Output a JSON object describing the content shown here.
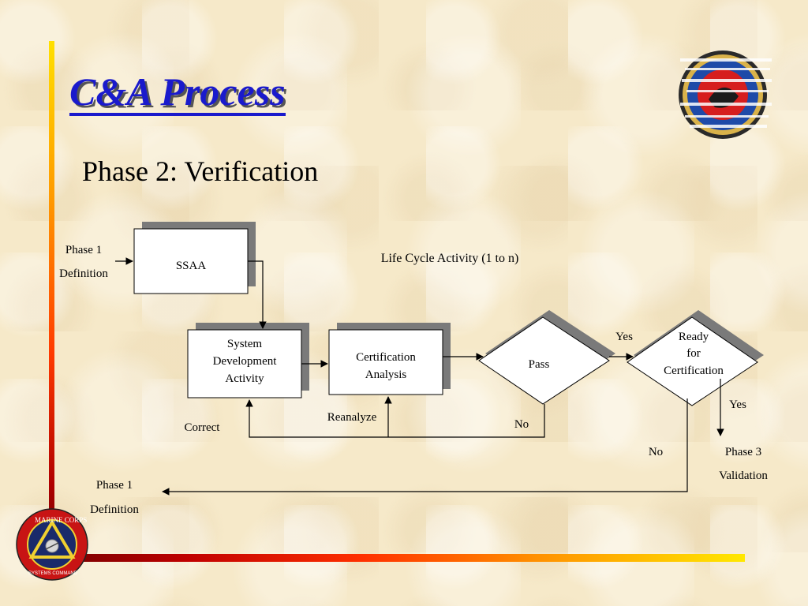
{
  "slide": {
    "title": "C&A Process",
    "subtitle": "Phase 2: Verification"
  },
  "diagram": {
    "nodes": {
      "ssaa": "SSAA",
      "sda": [
        "System",
        "Development",
        "Activity"
      ],
      "cert_analysis": [
        "Certification",
        "Analysis"
      ],
      "pass": "Pass",
      "ready": [
        "Ready",
        "for",
        "Certification"
      ]
    },
    "labels": {
      "lifecycle": "Life Cycle Activity (1 to n)",
      "phase1_top": [
        "Phase 1",
        "Definition"
      ],
      "phase1_bottom": [
        "Phase 1",
        "Definition"
      ],
      "phase3": [
        "Phase 3",
        "Validation"
      ],
      "yes_pass": "Yes",
      "yes_ready": "Yes",
      "no_pass": "No",
      "no_ready": "No",
      "correct": "Correct",
      "reanalyze": "Reanalyze"
    }
  },
  "logos": {
    "bottom_left": {
      "ring_top": "MARINE CORPS",
      "ring_bottom": "SYSTEMS COMMAND"
    }
  },
  "colors": {
    "title": "#1a1acc",
    "node_shadow": "#7a7a7a",
    "node_fill": "#ffffff"
  }
}
